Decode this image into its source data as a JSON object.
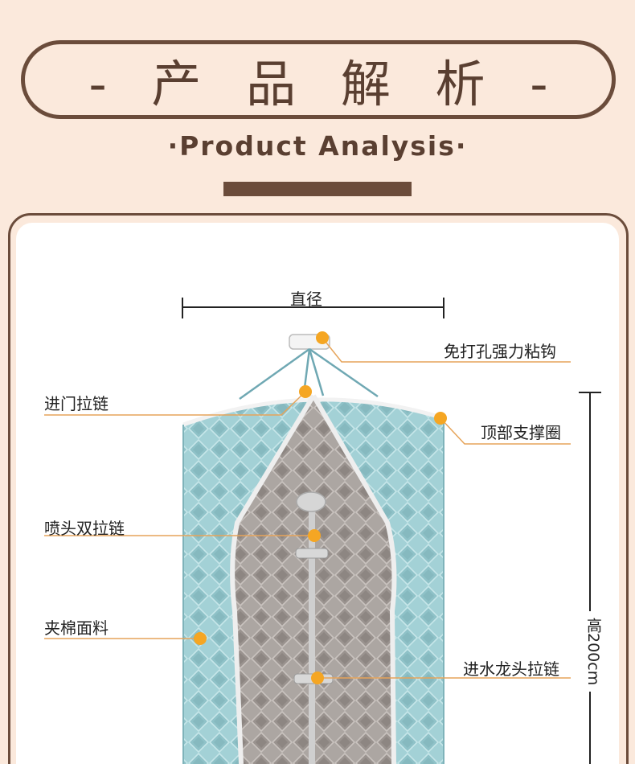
{
  "header": {
    "title": "- 产 品 解 析 -",
    "subtitle": "·Product Analysis·"
  },
  "labels": {
    "diameter": "直径",
    "hook": "免打孔强力粘钩",
    "door_zipper": "进门拉链",
    "top_ring": "顶部支撑圈",
    "shower_zipper": "喷头双拉链",
    "fabric": "夹棉面料",
    "faucet_zipper": "进水龙头拉链",
    "height": "高200cm"
  },
  "colors": {
    "brown": "#6b4c3b",
    "background": "#fbe9dc",
    "accent_dot": "#f5a623",
    "fabric_teal": "#9fcfd4",
    "lining_grey": "#a6a09c"
  }
}
